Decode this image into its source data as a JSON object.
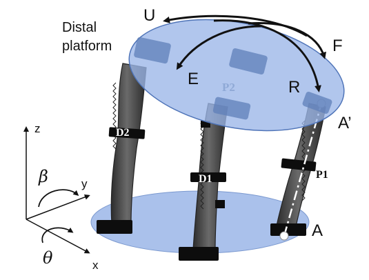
{
  "labels": {
    "distal_line1": "Distal",
    "distal_line2": "platform",
    "U": "U",
    "F": "F",
    "E": "E",
    "R": "R",
    "A_prime": "A’",
    "A": "A",
    "P1": "P1",
    "P2": "P2",
    "D1": "D1",
    "D2": "D2"
  },
  "axes": {
    "z": "z",
    "y": "y",
    "x": "x",
    "beta": "β",
    "theta": "θ"
  },
  "colors": {
    "platform_fill": "#9bb6e8",
    "platform_stroke": "#4f74b8",
    "actuator": "#4a4a4a",
    "band": "#0d0d0d"
  }
}
